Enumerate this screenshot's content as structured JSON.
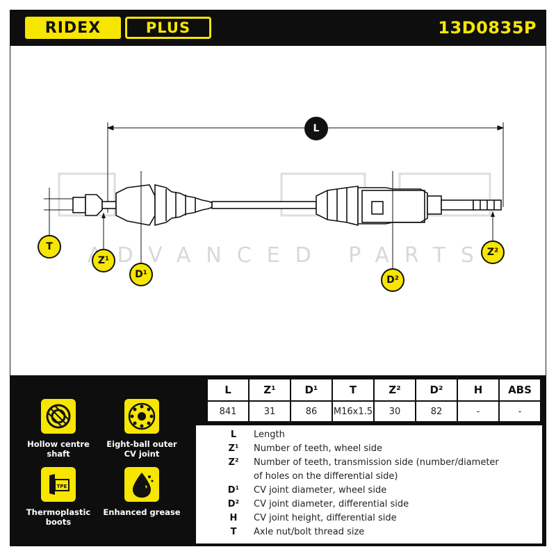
{
  "header": {
    "brand": "RIDEX",
    "brand_suffix": "PLUS",
    "part_number": "13D0835P",
    "accent_color": "#f7e600"
  },
  "drawing": {
    "watermark_text": "ADVANCED PARTS",
    "markers": {
      "L": "L",
      "T": "T",
      "Z1": "Z¹",
      "D1": "D¹",
      "D2": "D²",
      "Z2": "Z²"
    }
  },
  "features": [
    {
      "icon": "hollow-shaft-icon",
      "label": "Hollow centre shaft"
    },
    {
      "icon": "eight-ball-joint-icon",
      "label": "Eight-ball outer CV joint"
    },
    {
      "icon": "tpe-boot-icon",
      "label": "Thermoplastic boots"
    },
    {
      "icon": "grease-icon",
      "label": "Enhanced grease"
    }
  ],
  "spec_table": {
    "headers": [
      "L",
      "Z¹",
      "D¹",
      "T",
      "Z²",
      "D²",
      "H",
      "ABS"
    ],
    "values": [
      "841",
      "31",
      "86",
      "M16x1.5",
      "30",
      "82",
      "-",
      "-"
    ]
  },
  "legend": [
    {
      "key": "L",
      "text": "Length"
    },
    {
      "key": "Z¹",
      "text": "Number of teeth, wheel side"
    },
    {
      "key": "Z²",
      "text": "Number of teeth, transmission side (number/diameter"
    },
    {
      "key": "",
      "text": "of holes on the differential side)"
    },
    {
      "key": "D¹",
      "text": "CV joint diameter, wheel side"
    },
    {
      "key": "D²",
      "text": "CV joint diameter, differential side"
    },
    {
      "key": "H",
      "text": "CV joint height, differential side"
    },
    {
      "key": "T",
      "text": "Axle nut/bolt thread size"
    }
  ]
}
